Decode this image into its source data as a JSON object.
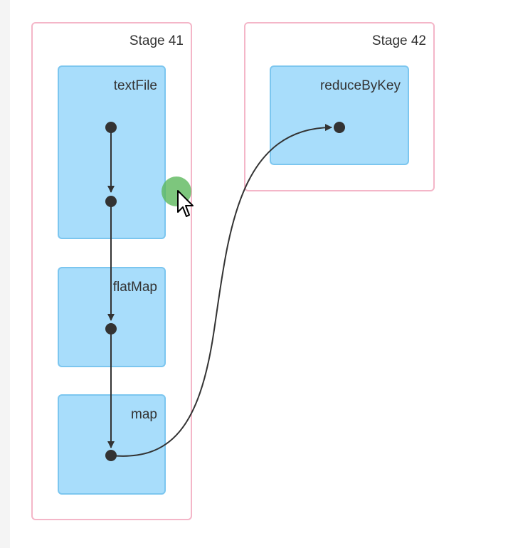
{
  "stages": [
    {
      "id": "stage-41",
      "label": "Stage 41"
    },
    {
      "id": "stage-42",
      "label": "Stage 42"
    }
  ],
  "rdds": [
    {
      "id": "textfile",
      "label": "textFile"
    },
    {
      "id": "flatmap",
      "label": "flatMap"
    },
    {
      "id": "map",
      "label": "map"
    },
    {
      "id": "reducebykey",
      "label": "reduceByKey"
    }
  ],
  "colors": {
    "stage_border": "#f4b6c8",
    "rdd_fill": "#a8ddfb",
    "rdd_border": "#7cc6ef",
    "edge": "#333333",
    "cursor_highlight": "#5cb85c"
  },
  "icons": {
    "pointer": "mouse-pointer-icon"
  }
}
